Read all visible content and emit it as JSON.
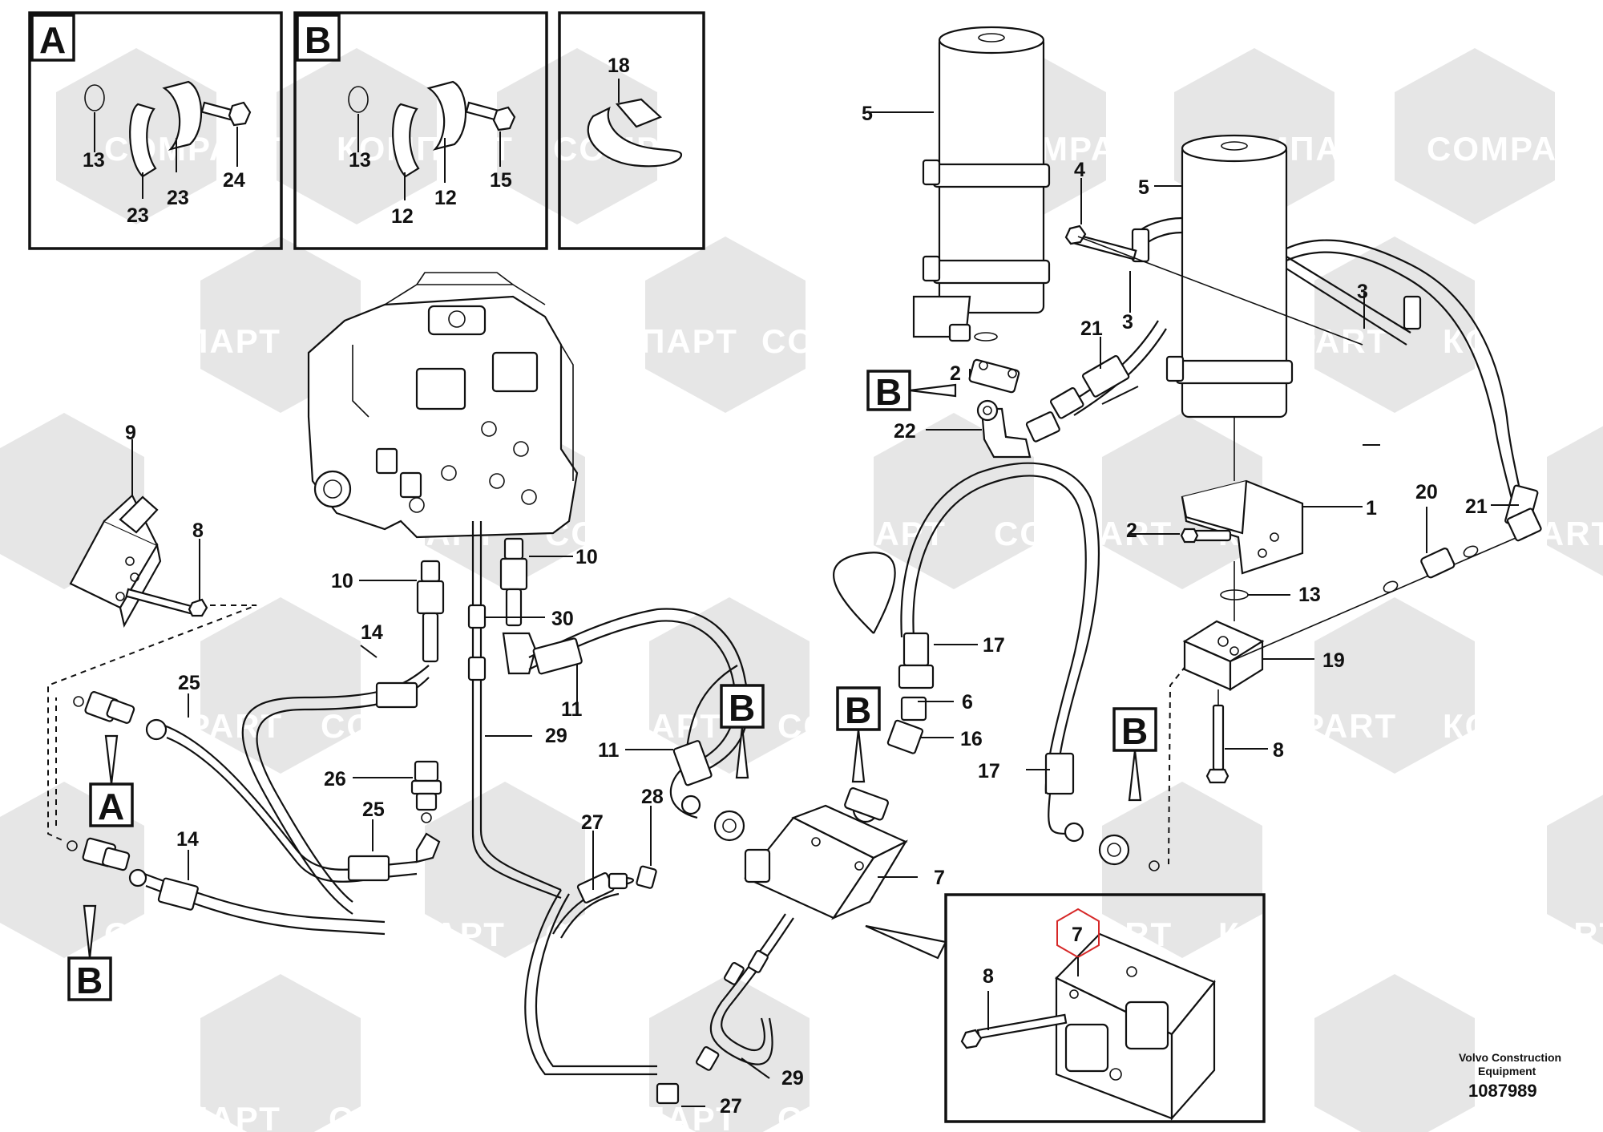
{
  "watermark": {
    "brand_latin": "COMPART",
    "brand_cyrillic": "КОМПАРТ"
  },
  "view_labels": {
    "a": "A",
    "b": "B"
  },
  "callouts": {
    "c1": "1",
    "c2": "2",
    "c3": "3",
    "c4": "4",
    "c5": "5",
    "c6": "6",
    "c7": "7",
    "c8": "8",
    "c9": "9",
    "c10": "10",
    "c11": "11",
    "c12": "12",
    "c13": "13",
    "c14": "14",
    "c15": "15",
    "c16": "16",
    "c17": "17",
    "c18": "18",
    "c19": "19",
    "c20": "20",
    "c21": "21",
    "c22": "22",
    "c23": "23",
    "c24": "24",
    "c25": "25",
    "c26": "26",
    "c27": "27",
    "c28": "28",
    "c29": "29",
    "c30": "30"
  },
  "caption": {
    "company_line1": "Volvo Construction",
    "company_line2": "Equipment",
    "drawing_number": "1087989"
  },
  "colors": {
    "line": "#111111",
    "watermark": "#e6e6e6",
    "highlight": "#d62828"
  }
}
